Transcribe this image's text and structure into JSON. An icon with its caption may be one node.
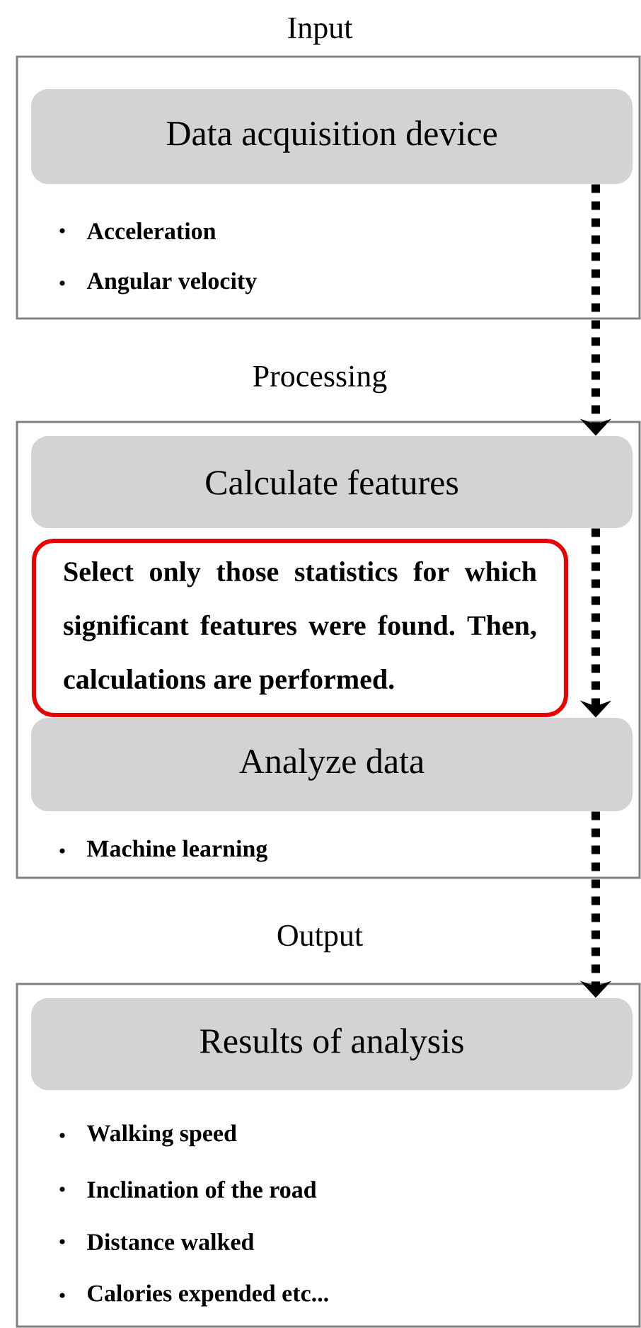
{
  "diagram": {
    "nodes": [
      {
        "text": [
          "Input",
          "Acceleration",
          "Angular velocity"
        ]
      },
      {
        "text": [
          "Data acquisition device"
        ],
        "in": 0
      },
      {
        "text": [
          "Processing",
          "Machine learning"
        ]
      },
      {
        "text": [
          "Calculate features"
        ],
        "in": 2
      },
      {
        "text": [
          "Select only those statistics for which significant features were found. Then, calculations are performed."
        ],
        "in": 2
      },
      {
        "text": [
          "Analyze data"
        ],
        "in": 2
      },
      {
        "text": [
          "Output",
          "Walking speed",
          "Inclination of the road",
          "Distance walked",
          "Calories expended etc..."
        ]
      },
      {
        "text": [
          "Results of analysis"
        ],
        "in": 6
      }
    ],
    "edges": [
      {
        "from": 1,
        "to": 3,
        "arrow": "to",
        "style": "dashed"
      },
      {
        "from": 3,
        "to": 5,
        "arrow": "to",
        "style": "dashed"
      },
      {
        "from": 5,
        "to": 7,
        "arrow": "to",
        "style": "dashed"
      }
    ]
  }
}
